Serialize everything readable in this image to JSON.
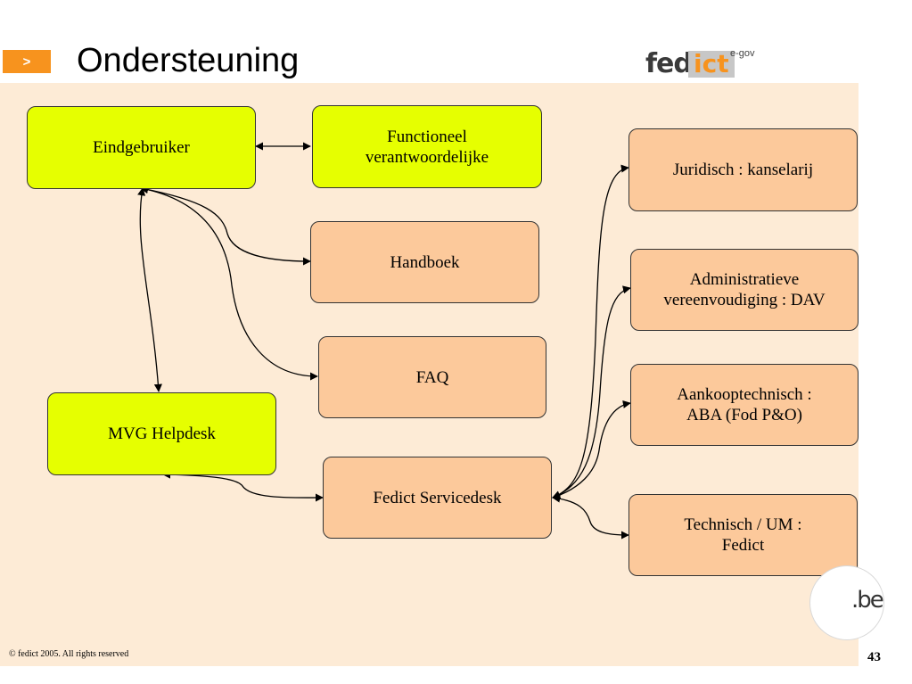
{
  "header": {
    "marker": ">",
    "title": "Ondersteuning"
  },
  "logo": {
    "part1": "fed",
    "part2": "ict",
    "suffix": "e-gov"
  },
  "nodes": {
    "eindgebruiker": "Eindgebruiker",
    "functioneel": "Functioneel\nverantwoordelijke",
    "handboek": "Handboek",
    "faq": "FAQ",
    "mvg_helpdesk": "MVG Helpdesk",
    "servicedesk": "Fedict Servicedesk",
    "juridisch": "Juridisch : kanselarij",
    "administratieve": "Administratieve\nvereenvoudiging : DAV",
    "aankoop": "Aankooptechnisch :\nABA (Fod P&O)",
    "technisch": "Technisch / UM :\nFedict"
  },
  "badge": ".be",
  "footer": {
    "copyright": "© fedict 2005. All rights reserved",
    "page_number": "43"
  },
  "colors": {
    "accent_orange": "#f7931e",
    "background": "#fdebd6",
    "node_yellow": "#e6ff00",
    "node_orange": "#fcc99b"
  }
}
